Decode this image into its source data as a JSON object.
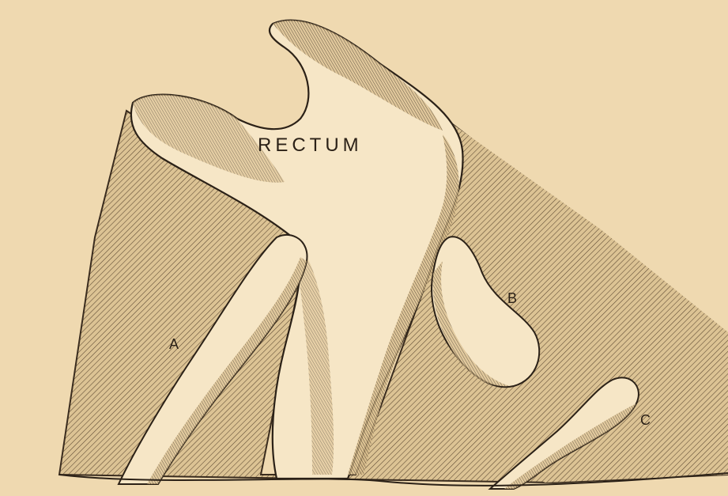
{
  "labels": {
    "title": "RECTUM",
    "a": "A",
    "b": "B",
    "c": "C"
  },
  "colors": {
    "paper": "#efd9b0",
    "ink": "#2b2117",
    "light_organ": "#f6e6c6",
    "hatch_field": "#c9ad82"
  }
}
